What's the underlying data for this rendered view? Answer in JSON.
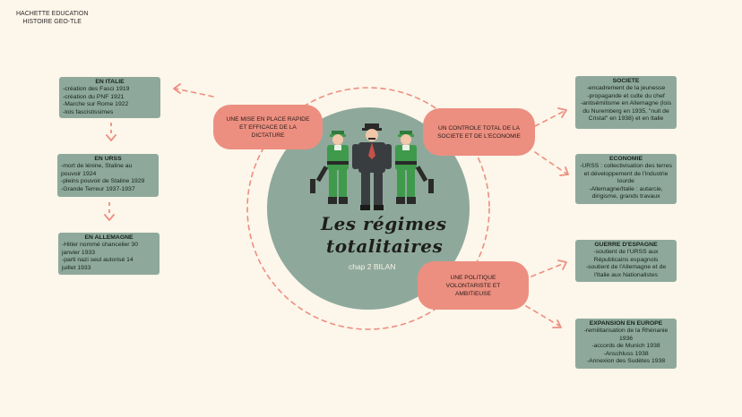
{
  "header": {
    "line1": "HACHETTE EDUCATION",
    "line2": "HISTOIRE GEO-TLE"
  },
  "center": {
    "title_line1": "Les régimes",
    "title_line2": "totalitaires",
    "subtitle": "chap 2 BILAN"
  },
  "pills": {
    "mise_en_place": "UNE MISE EN PLACE RAPIDE ET EFFICACE DE LA DICTATURE",
    "controle": "UN CONTROLE TOTAL DE LA SOCIETE ET DE L'ECONOMIE",
    "politique": "UNE POLITIQUE VOLONTARISTE ET AMBITIEUSE"
  },
  "boxes": {
    "italie": {
      "title": "EN ITALIE",
      "lines": [
        "-création des Fasci 1919",
        "-création du PNF 1921",
        "-Marche sur Rome 1922",
        "-lois fascistissimes"
      ]
    },
    "urss": {
      "title": "EN URSS",
      "lines": [
        "-mort de lénine, Staline au",
        "pouvoir 1924",
        "-pleins pouvoir de Staline 1929",
        "-Grande Terreur 1937-1937"
      ]
    },
    "allemagne": {
      "title": "EN ALLEMAGNE",
      "lines": [
        "-Hitler nommé chancelier 30",
        "janvier 1933",
        "-parti nazi seul autorisé 14",
        "juillet 1933"
      ]
    },
    "societe": {
      "title": "SOCIETE",
      "lines": [
        "-encadrement de la jeunesse",
        "-propagande et culte du chef",
        "-antisémitisme en Allemagne (lois",
        "du Nuremberg en 1935, \"nuit de",
        "Cristal\" en 1938) et en Italie"
      ]
    },
    "economie": {
      "title": "ECONOMIE",
      "lines": [
        "-URSS : collectivisation des terres",
        "et développement de l'industrie",
        "lourde",
        "-Allemagne/Italie : autarcie,",
        "dirigisme, grands travaux"
      ]
    },
    "guerre_espagne": {
      "title": "GUERRE D'ESPAGNE",
      "lines": [
        "-soutient de l'URSS aux",
        "Républicains espagnols",
        "-soutient de l'Allemagne et de",
        "l'Italie aux Nationalistes"
      ]
    },
    "expansion": {
      "title": "EXPANSION EN EUROPE",
      "lines": [
        "-remilitarisation de la Rhénanie",
        "1936",
        "-accords de Munich 1938",
        "-Anschluss 1938",
        "-Annexion des Sudètes  1938"
      ]
    }
  },
  "colors": {
    "background": "#fdf6ea",
    "sage": "#8ea99b",
    "salmon": "#ec8f80",
    "uniform_green": "#3f9a4c",
    "uniform_dark": "#3a3d40"
  },
  "icons": [
    "soldier-icon",
    "leader-icon"
  ]
}
